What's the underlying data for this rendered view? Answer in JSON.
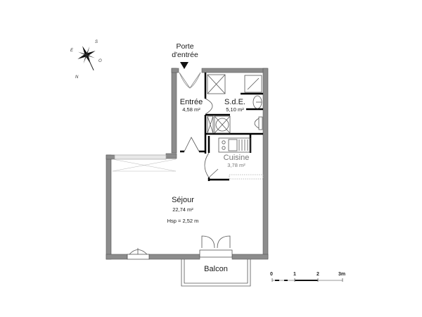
{
  "entrance": {
    "label_line1": "Porte",
    "label_line2": "d'entrée"
  },
  "compass": {
    "north": "N",
    "south": "S",
    "east": "E",
    "west": "O"
  },
  "rooms": [
    {
      "name": "Entrée",
      "area": "4,58 m²"
    },
    {
      "name": "S.d.E.",
      "area": "5,10 m²"
    },
    {
      "name": "Cuisine",
      "area": "3,78 m²"
    },
    {
      "name": "Séjour",
      "area": "22,74 m²",
      "extra": "Hsp = 2,52 m"
    },
    {
      "name": "Balcon"
    }
  ],
  "scale_bar": {
    "ticks": [
      "0",
      "1",
      "2",
      "3m"
    ]
  },
  "colors": {
    "wall": "#8c8c8c",
    "wall_edge": "#555555",
    "fixture": "#000000"
  }
}
